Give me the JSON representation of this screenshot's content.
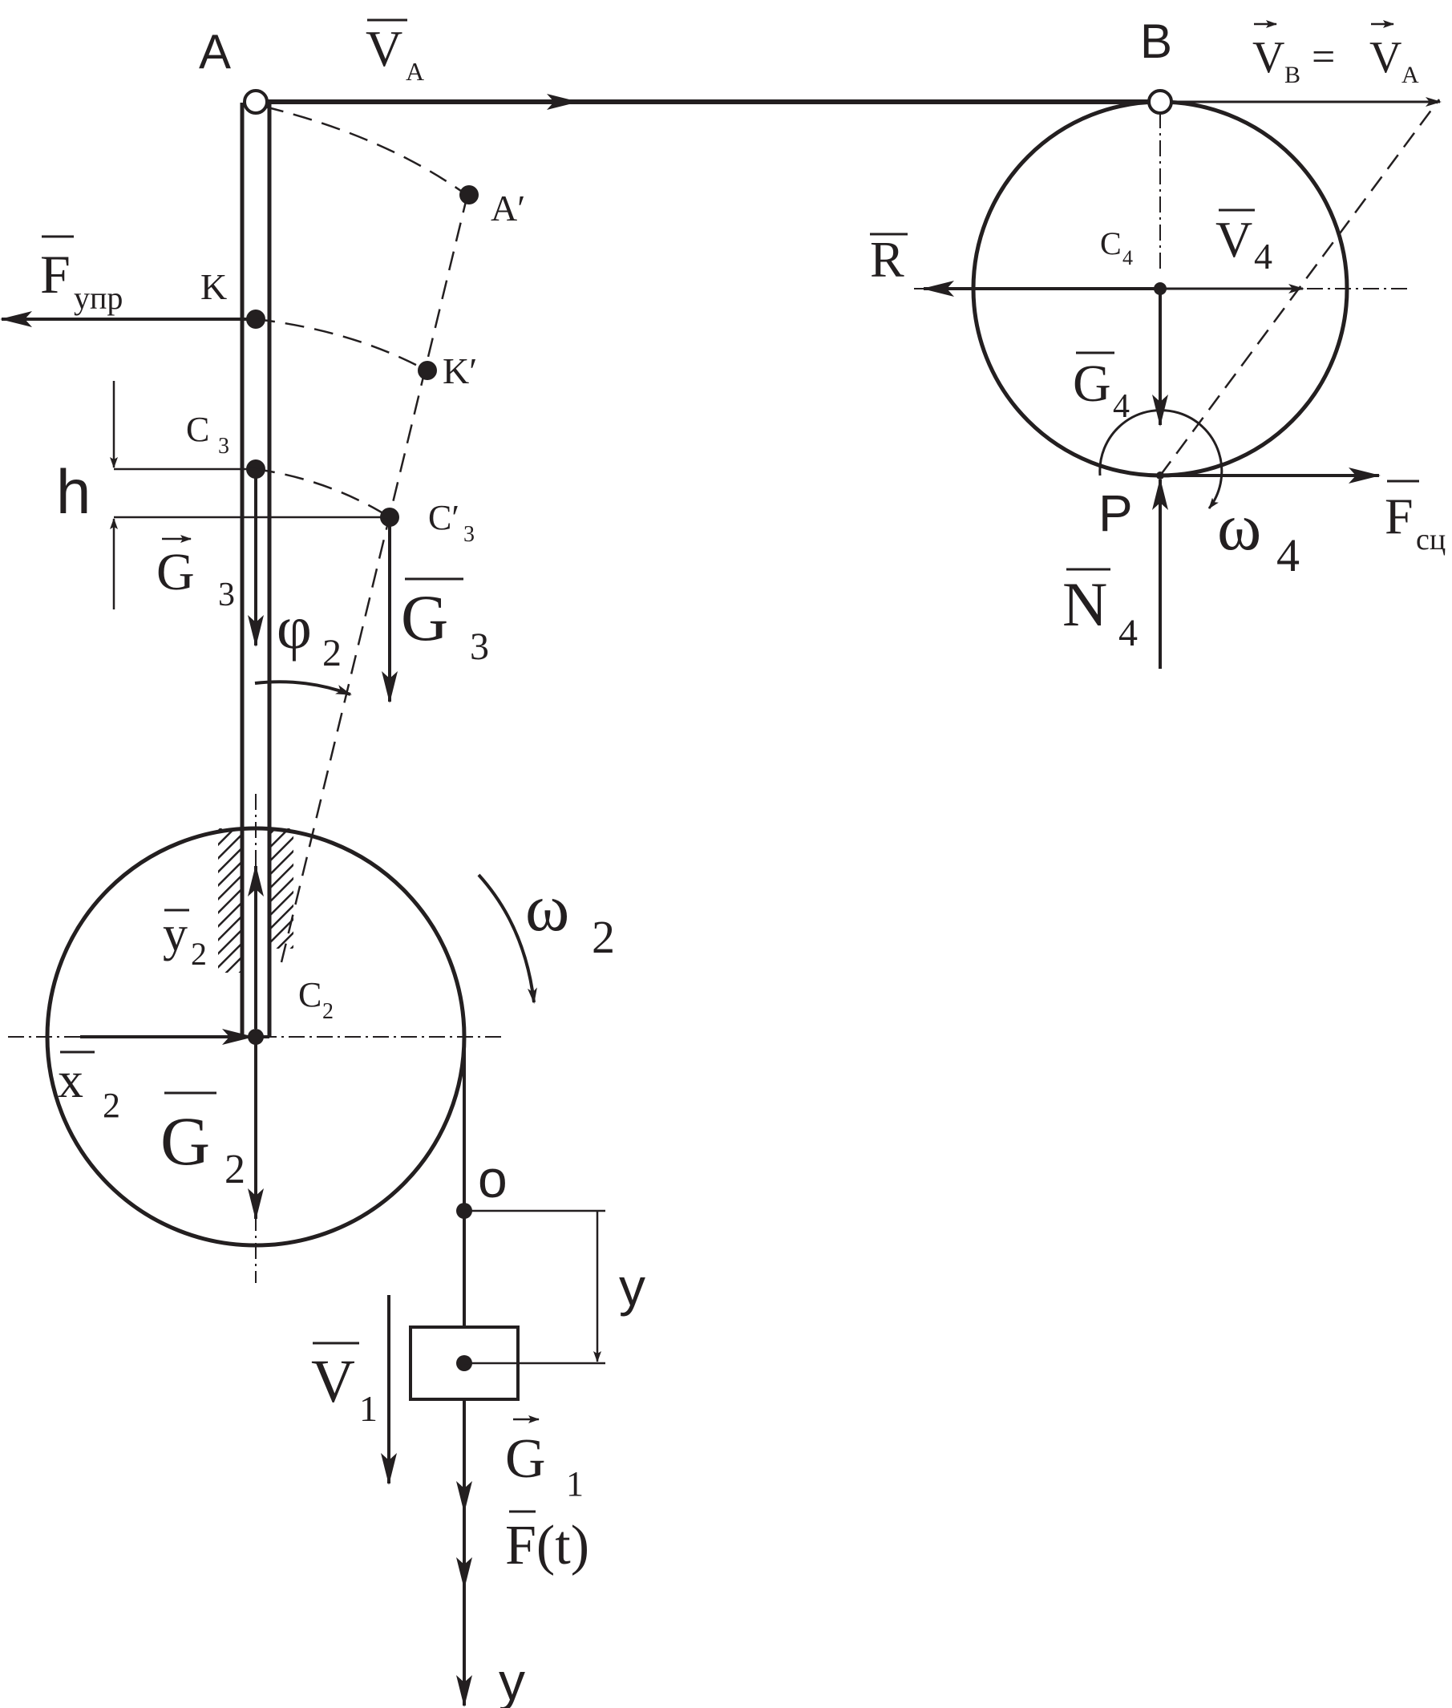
{
  "points": {
    "A": "A",
    "A_prime": "A′",
    "B": "B",
    "K": "K",
    "K_prime": "K′",
    "C3": "C",
    "C3_sub": "3",
    "C3_prime": "C′",
    "C3_prime_sub": "3",
    "C2": "C",
    "C2_sub": "2",
    "C4": "C",
    "C4_sub": "4",
    "P": "P",
    "O": "o",
    "h": "h"
  },
  "vectors": {
    "V_A": {
      "base": "V",
      "sub": "A"
    },
    "V_B_eq": {
      "base1": "V",
      "sub1": "B",
      "eq": " = ",
      "base2": "V",
      "sub2": "A"
    },
    "F_upr": {
      "base": "F",
      "sub": "упр"
    },
    "R": {
      "base": "R"
    },
    "V_4": {
      "base": "V",
      "sub": "4"
    },
    "G_4": {
      "base": "G",
      "sub": "4"
    },
    "F_sc": {
      "base": "F",
      "sub": "сц"
    },
    "omega_4": {
      "base": "ω",
      "sub": "4"
    },
    "N_4": {
      "base": "N",
      "sub": "4"
    },
    "G3_left": {
      "base": "G",
      "sub": "3"
    },
    "G3_right": {
      "base": "G",
      "sub": "3"
    },
    "phi_2": {
      "base": "φ",
      "sub": "2"
    },
    "omega_2": {
      "base": "ω",
      "sub": "2"
    },
    "y_2": {
      "base": "y",
      "sub": "2"
    },
    "x_2": {
      "base": "x",
      "sub": "2"
    },
    "G_2": {
      "base": "G",
      "sub": "2"
    },
    "V_1": {
      "base": "V",
      "sub": "1"
    },
    "G_1": {
      "base": "G",
      "sub": "1"
    },
    "F_t": {
      "base": "F(t)"
    },
    "y_dim": {
      "base": "y"
    },
    "y_axis": {
      "base": "y"
    }
  },
  "colors": {
    "ink": "#231f20",
    "background": "#ffffff"
  }
}
